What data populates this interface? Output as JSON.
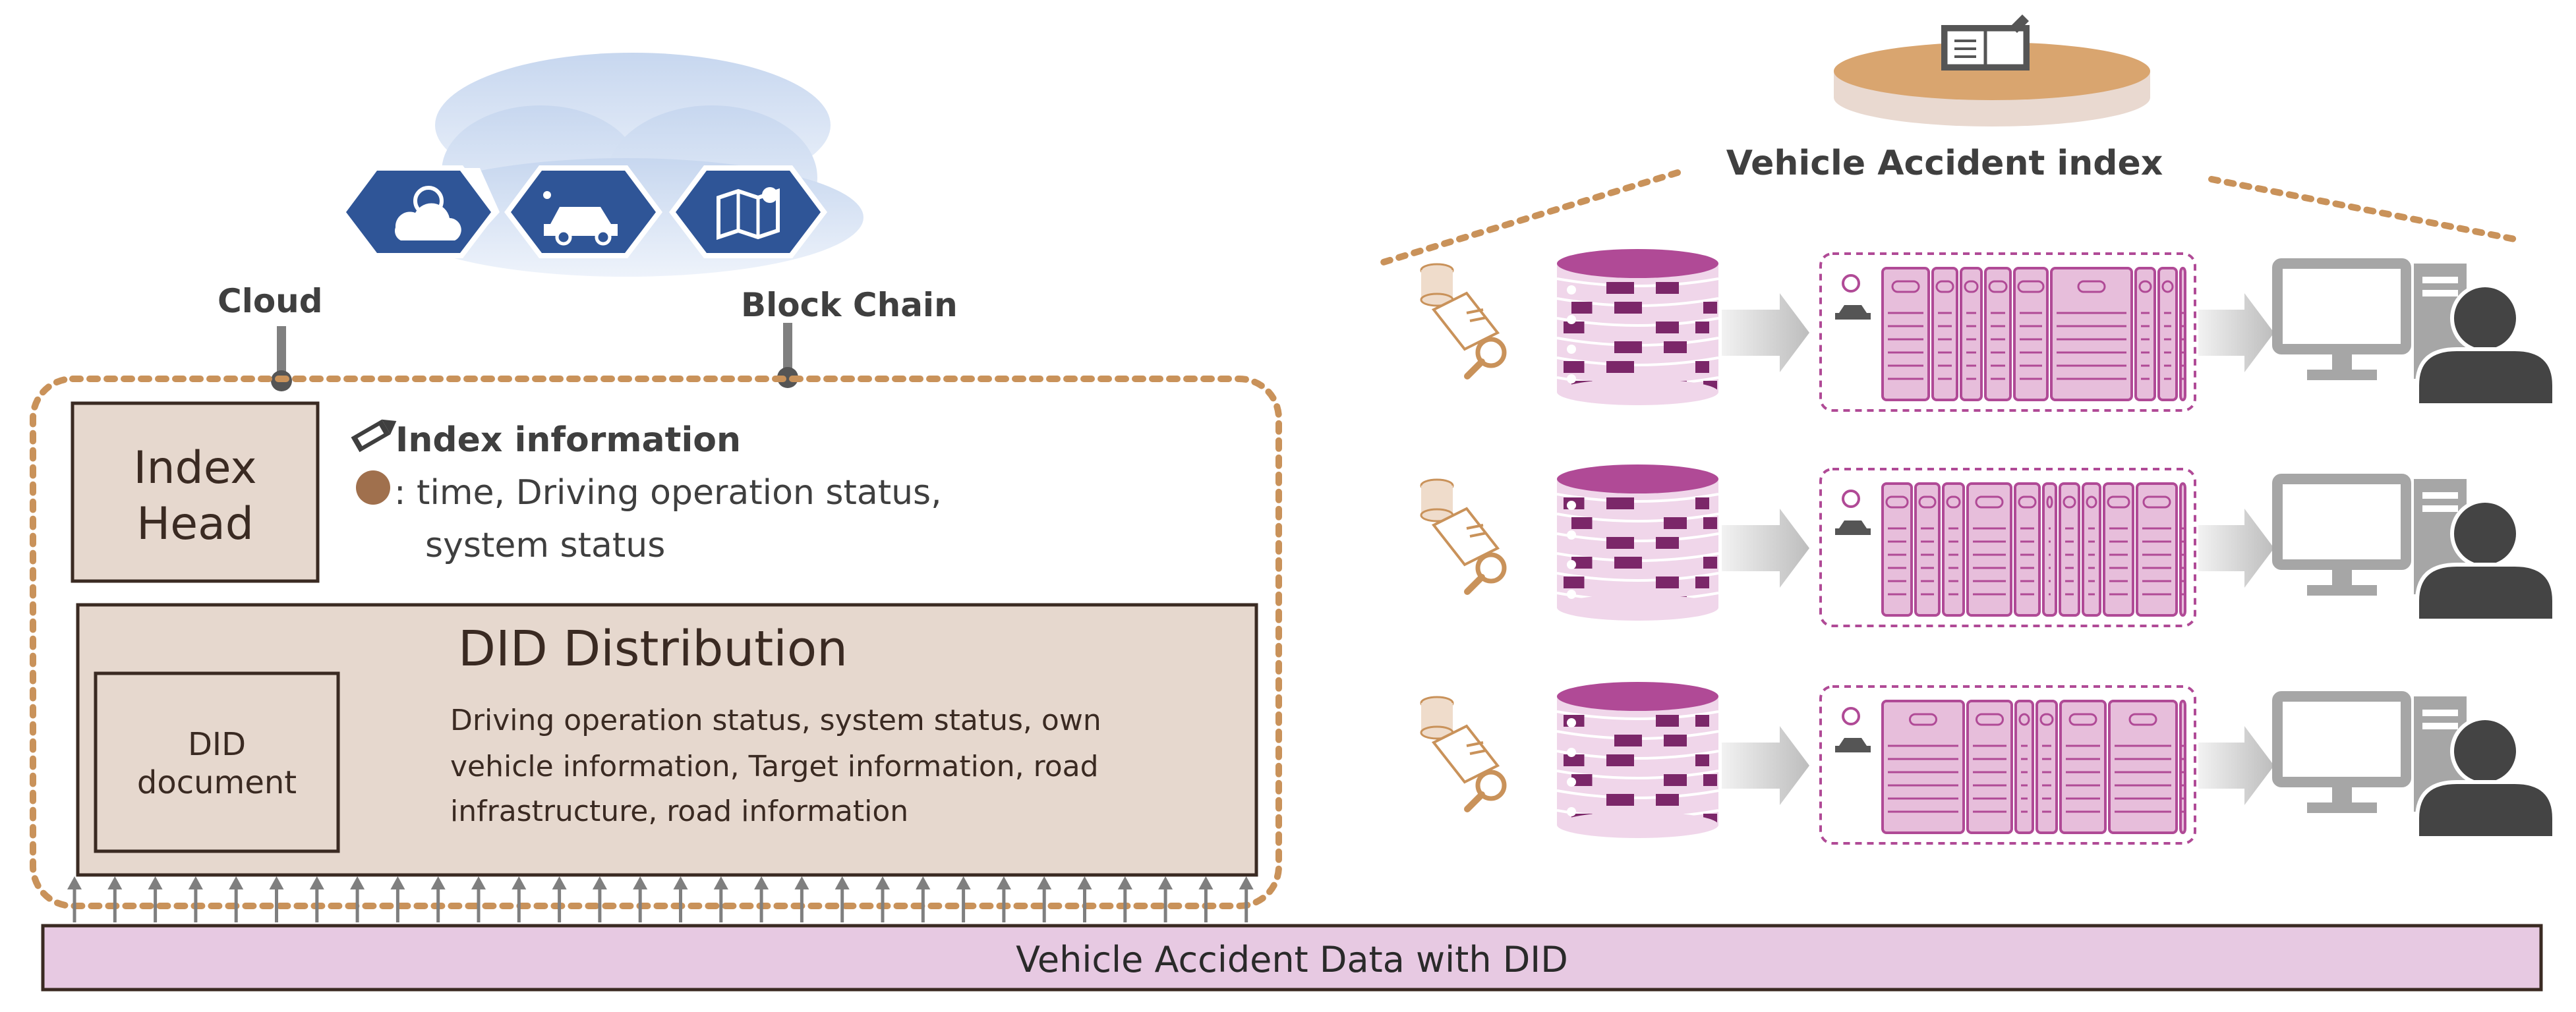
{
  "cloud": {
    "label": "Cloud",
    "icons": [
      "sun-cloud-icon",
      "car-icon",
      "map-pin-icon"
    ]
  },
  "blockchain": {
    "label": "Block Chain"
  },
  "index_head": {
    "line1": "Index",
    "line2": "Head"
  },
  "index_info": {
    "title": "Index information",
    "pencil_icon": "pencil-icon",
    "line1": ": time, Driving operation status,",
    "line2": "system status"
  },
  "did_distribution": {
    "title": "DID Distribution",
    "doc_line1": "DID",
    "doc_line2": "document",
    "desc_line1": "Driving operation status, system status, own",
    "desc_line2": "vehicle information, Target information, road",
    "desc_line3": "infrastructure, road information"
  },
  "bottom_bar": {
    "label": "Vehicle Accident Data with DID"
  },
  "right": {
    "title": "Vehicle Accident index",
    "rows": 3,
    "icons": [
      "book-icon",
      "document-search-icon",
      "database-icon",
      "server-rack-icon",
      "computer-icon",
      "user-icon",
      "arrow-icon"
    ]
  },
  "colors": {
    "brown_dotted": "#c9925a",
    "tan_fill": "#e6d8ce",
    "magenta": "#b04a96",
    "magenta_light": "#e7bedb",
    "bar_fill": "#e7c9e2",
    "hex_blue": "#2f5597",
    "gray": "#808080"
  }
}
